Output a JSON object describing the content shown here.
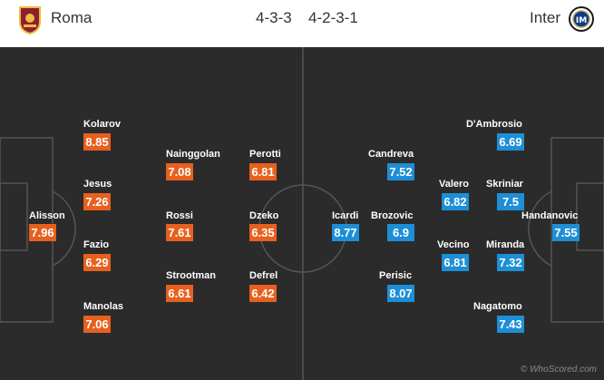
{
  "header": {
    "home_team": "Roma",
    "away_team": "Inter",
    "home_formation": "4-3-3",
    "away_formation": "4-2-3-1"
  },
  "colors": {
    "home": "#e8601e",
    "away": "#1d8fd6",
    "pitch": "#2b2b2b",
    "lines": "#555555"
  },
  "icons": {
    "home_crest": "roma-crest-icon",
    "away_crest": "inter-crest-icon",
    "watermark_logo": "whoscored-logo-icon"
  },
  "home_players": [
    {
      "name": "Alisson",
      "rating": "7.96"
    },
    {
      "name": "Kolarov",
      "rating": "8.85"
    },
    {
      "name": "Jesus",
      "rating": "7.26"
    },
    {
      "name": "Fazio",
      "rating": "6.29"
    },
    {
      "name": "Manolas",
      "rating": "7.06"
    },
    {
      "name": "Nainggolan",
      "rating": "7.08"
    },
    {
      "name": "Rossi",
      "rating": "7.61"
    },
    {
      "name": "Strootman",
      "rating": "6.61"
    },
    {
      "name": "Perotti",
      "rating": "6.81"
    },
    {
      "name": "Dzeko",
      "rating": "6.35"
    },
    {
      "name": "Defrel",
      "rating": "6.42"
    }
  ],
  "away_players": [
    {
      "name": "D'Ambrosio",
      "rating": "6.69"
    },
    {
      "name": "Candreva",
      "rating": "7.52"
    },
    {
      "name": "Valero",
      "rating": "6.82"
    },
    {
      "name": "Skriniar",
      "rating": "7.5"
    },
    {
      "name": "Icardi",
      "rating": "8.77"
    },
    {
      "name": "Brozovic",
      "rating": "6.9"
    },
    {
      "name": "Handanovic",
      "rating": "7.55"
    },
    {
      "name": "Vecino",
      "rating": "6.81"
    },
    {
      "name": "Miranda",
      "rating": "7.32"
    },
    {
      "name": "Perisic",
      "rating": "8.07"
    },
    {
      "name": "Nagatomo",
      "rating": "7.43"
    }
  ],
  "watermark": "© WhoScored.com"
}
